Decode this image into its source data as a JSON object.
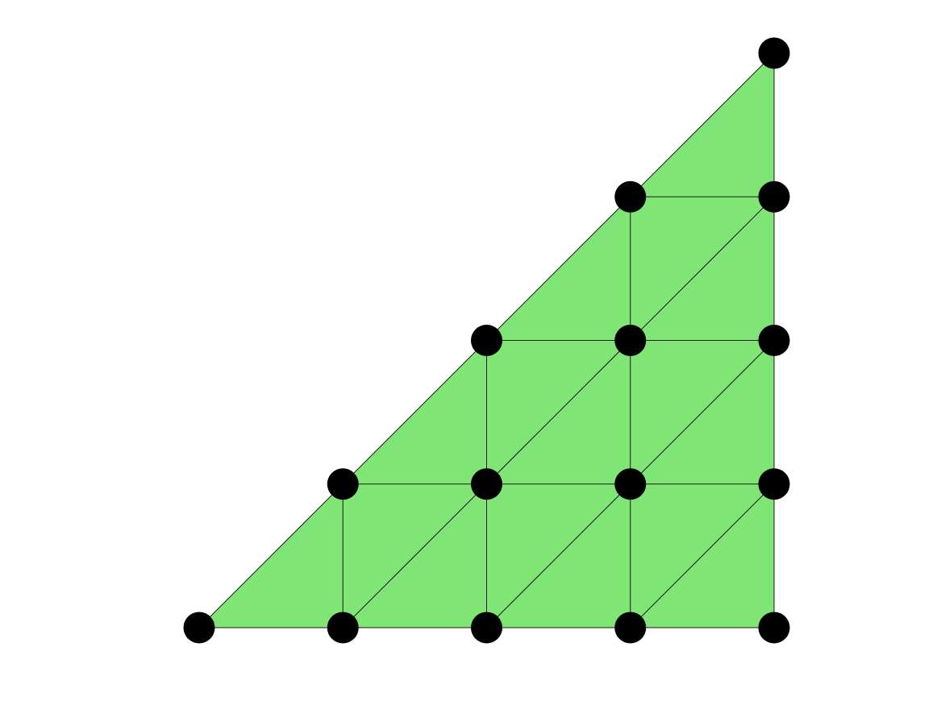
{
  "diagram": {
    "colors": {
      "fill": "#7fe675",
      "edge": "#1a1a1a",
      "node": "#000000",
      "background": "#ffffff"
    },
    "grid_order": 4,
    "nodes": [
      {
        "i": 0,
        "j": 0
      },
      {
        "i": 1,
        "j": 0
      },
      {
        "i": 2,
        "j": 0
      },
      {
        "i": 3,
        "j": 0
      },
      {
        "i": 4,
        "j": 0
      },
      {
        "i": 1,
        "j": 1
      },
      {
        "i": 2,
        "j": 1
      },
      {
        "i": 3,
        "j": 1
      },
      {
        "i": 4,
        "j": 1
      },
      {
        "i": 2,
        "j": 2
      },
      {
        "i": 3,
        "j": 2
      },
      {
        "i": 4,
        "j": 2
      },
      {
        "i": 3,
        "j": 3
      },
      {
        "i": 4,
        "j": 3
      },
      {
        "i": 4,
        "j": 4
      }
    ]
  }
}
